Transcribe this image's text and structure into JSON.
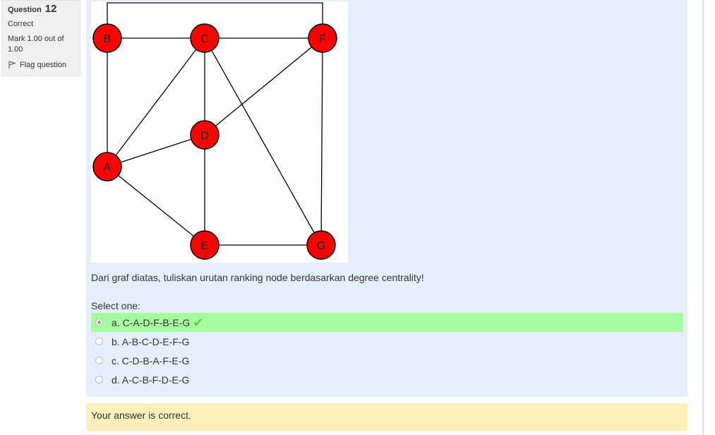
{
  "info": {
    "question_word": "Question",
    "question_number": "12",
    "state": "Correct",
    "grade": "Mark 1.00 out of 1.00",
    "flag_label": "Flag question"
  },
  "graph": {
    "nodes": [
      {
        "id": "B",
        "label": "B"
      },
      {
        "id": "C",
        "label": "C"
      },
      {
        "id": "F",
        "label": "F"
      },
      {
        "id": "D",
        "label": "D"
      },
      {
        "id": "A",
        "label": "A"
      },
      {
        "id": "E",
        "label": "E"
      },
      {
        "id": "G",
        "label": "G"
      }
    ],
    "edges": [
      [
        "B",
        "F"
      ],
      [
        "B",
        "C"
      ],
      [
        "C",
        "F"
      ],
      [
        "B",
        "A"
      ],
      [
        "C",
        "A"
      ],
      [
        "C",
        "D"
      ],
      [
        "C",
        "G"
      ],
      [
        "F",
        "D"
      ],
      [
        "F",
        "G"
      ],
      [
        "A",
        "D"
      ],
      [
        "A",
        "E"
      ],
      [
        "D",
        "E"
      ],
      [
        "E",
        "G"
      ]
    ],
    "node_color": "#ff0000"
  },
  "question_text": "Dari graf diatas, tuliskan urutan ranking node berdasarkan degree centrality!",
  "prompt": "Select one:",
  "answers": [
    {
      "label": "a. C-A-D-F-B-E-G",
      "selected": true,
      "correct": true
    },
    {
      "label": "b. A-B-C-D-E-F-G",
      "selected": false,
      "correct": false
    },
    {
      "label": "c. C-D-B-A-F-E-G",
      "selected": false,
      "correct": false
    },
    {
      "label": "d. A-C-B-F-D-E-G",
      "selected": false,
      "correct": false
    }
  ],
  "feedback": "Your answer is correct.",
  "colors": {
    "formulation_bg": "#e4eff9",
    "correct_bg": "#a6ff9f",
    "feedback_bg": "#fcefba",
    "check": "#7bc043"
  }
}
